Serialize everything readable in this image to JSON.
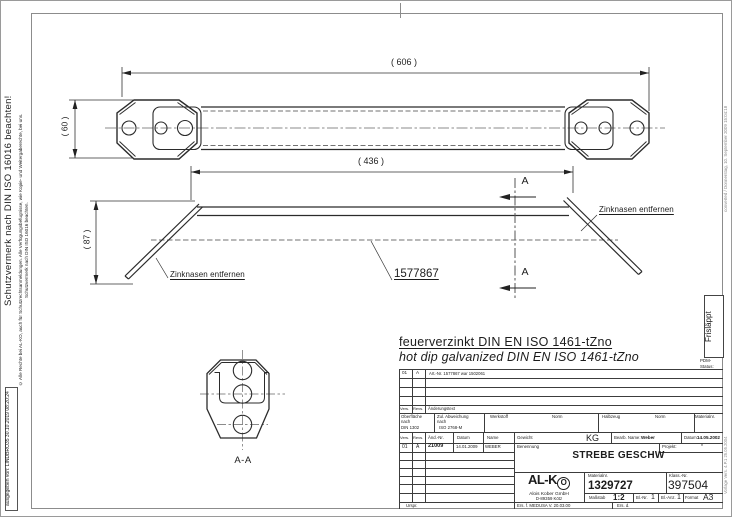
{
  "left_margin": {
    "protection_notice": "Schutzvermerk nach DIN ISO 16016 beachten!",
    "copyright_line1": "Schutzvermerk nach DIN ISO 16016 beachten.",
    "copyright_line2": "© Alle Rechte bei AL-KO, auch für Schutzrechtsanmeldungen. Alle Verfügungsbefugnisse, wie Kopie- und Weitergaberechte, bei uns.",
    "issued_stamp": "ausgegeben von: LINDBRO35   30.10.2019 08:20:24"
  },
  "right_margin": {
    "converted_note": "converted / Donnerstag, 10. September 2009 15:04:18",
    "template_note": "Vorlage Vers. 4.P.1  25.05.2004"
  },
  "views": {
    "dim_overall": "( 606 )",
    "dim_end_height": "( 60 )",
    "dim_inner": "( 436 )",
    "dim_drop": "( 87 )",
    "section_arrow_label": "A",
    "note_remove_right": "Zinknasen entfernen",
    "note_remove_left": "Zinknasen entfernen",
    "part_number": "1577867",
    "finish_de": "feuerverzinkt DIN EN ISO 1461-tZno",
    "finish_en": "hot dip galvanized DIN EN ISO 1461-tZno",
    "section_view_label": "A-A"
  },
  "pdm": {
    "status_label_line1": "PDM-",
    "status_label_line2": "Status:",
    "status_value": "Frisläppt"
  },
  "titleblock": {
    "change_note": {
      "vers": "01",
      "rev": "A",
      "text": "Art.-Nr. 1577867 war 1502061"
    },
    "change_header": {
      "vers": "Vers.",
      "rev": "Revs.",
      "text": "Änderungstext"
    },
    "tolerances": {
      "surface_label1": "Oberfläche",
      "surface_label2": "nach",
      "surface_value": "DIN 1302",
      "deviation_label1": "Zul. Abweichung",
      "deviation_label2": "nach",
      "deviation_value": "ISO 2768-M",
      "material_label": "Werkstoff",
      "material_norm_label": "Norm",
      "semi_label": "Halbzeug",
      "semi_norm_label": "Norm",
      "materialno_label": "Materialnr."
    },
    "approval": {
      "vers_label": "Vers.",
      "rev_label": "Revs.",
      "change_no_label": "Änd.-Nr.",
      "date_label": "Datum",
      "name_label": "Name",
      "weight_label": "Gewicht",
      "weight_unit": "KG",
      "editor_label": "Bearb. Name:",
      "editor_value": "Weber",
      "date2_label": "Datum:",
      "date2_value": "14.05.2002",
      "vers": "01",
      "rev": "A",
      "change_no": "21009",
      "date": "14.01.2009",
      "name": "WEBER",
      "denomination_label": "Benennung",
      "project_label": "Projekt:",
      "project_value": "*"
    },
    "title": "STREBE GESCHW",
    "company": {
      "logo_left": "AL-K",
      "logo_o": "O",
      "name": "Alois Kober GmbH",
      "city": "D-89359 Kötz"
    },
    "material_no": {
      "label": "Materialnr.",
      "value": "1329727"
    },
    "class_no": {
      "label": "Klass.-Nr.",
      "value": "397504"
    },
    "scale": {
      "label": "Maßstab",
      "value": "1:2"
    },
    "sheet_no": {
      "label": "Bl.-Nr.",
      "value": "1"
    },
    "sheet_count": {
      "label": "Bl.-Anz.",
      "value": "1"
    },
    "format": {
      "label": "Format",
      "value": "A3"
    },
    "footer": {
      "origin_label": "Urspr.",
      "replaces": "Ers. f. MEDUSA V. 20.03.00",
      "replaced_by": "Ers. d."
    }
  }
}
